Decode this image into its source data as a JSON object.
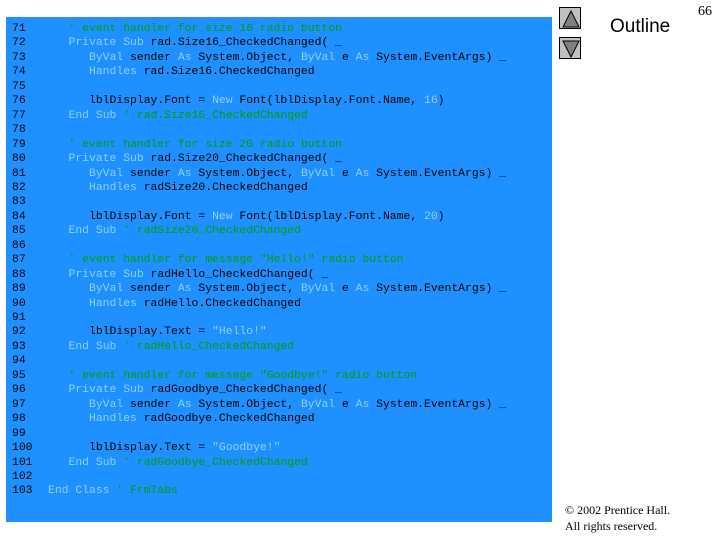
{
  "slide_number": "66",
  "outline_label": "Outline",
  "copyright_line1": "© 2002 Prentice Hall.",
  "copyright_line2": "All rights reserved.",
  "nav": {
    "up_icon": "triangle-up-icon",
    "down_icon": "triangle-down-icon"
  },
  "colors": {
    "panel": "#1e90ff",
    "comment": "#00a000",
    "keyword": "#8fd0ff",
    "text": "#000000"
  },
  "lines": [
    {
      "n": "71",
      "indent": "   ",
      "tokens": [
        {
          "t": "' event handler for size 16 radio button",
          "c": "cmt"
        }
      ]
    },
    {
      "n": "72",
      "indent": "   ",
      "tokens": [
        {
          "t": "Private Sub",
          "c": "kw"
        },
        {
          "t": " rad.Size16_CheckedChanged( _",
          "c": "plain"
        }
      ]
    },
    {
      "n": "73",
      "indent": "      ",
      "tokens": [
        {
          "t": "ByVal",
          "c": "kw"
        },
        {
          "t": " sender ",
          "c": "plain"
        },
        {
          "t": "As",
          "c": "kw"
        },
        {
          "t": " System.Object, ",
          "c": "plain"
        },
        {
          "t": "ByVal",
          "c": "kw"
        },
        {
          "t": " e ",
          "c": "plain"
        },
        {
          "t": "As",
          "c": "kw"
        },
        {
          "t": " System.EventArgs) _",
          "c": "plain"
        }
      ]
    },
    {
      "n": "74",
      "indent": "      ",
      "tokens": [
        {
          "t": "Handles",
          "c": "kw"
        },
        {
          "t": " rad.Size16.CheckedChanged",
          "c": "plain"
        }
      ]
    },
    {
      "n": "75",
      "indent": "",
      "tokens": []
    },
    {
      "n": "76",
      "indent": "      ",
      "tokens": [
        {
          "t": "lblDisplay.Font = ",
          "c": "plain"
        },
        {
          "t": "New",
          "c": "kw"
        },
        {
          "t": " Font(lblDisplay.Font.Name, ",
          "c": "plain"
        },
        {
          "t": "16",
          "c": "num"
        },
        {
          "t": ")",
          "c": "plain"
        }
      ]
    },
    {
      "n": "77",
      "indent": "   ",
      "tokens": [
        {
          "t": "End Sub",
          "c": "kw"
        },
        {
          "t": " ' rad.Size16_CheckedChanged",
          "c": "cmt"
        }
      ]
    },
    {
      "n": "78",
      "indent": "",
      "tokens": []
    },
    {
      "n": "79",
      "indent": "   ",
      "tokens": [
        {
          "t": "' event handler for size 20 radio button",
          "c": "cmt"
        }
      ]
    },
    {
      "n": "80",
      "indent": "   ",
      "tokens": [
        {
          "t": "Private Sub",
          "c": "kw"
        },
        {
          "t": " rad.Size20_CheckedChanged( _",
          "c": "plain"
        }
      ]
    },
    {
      "n": "81",
      "indent": "      ",
      "tokens": [
        {
          "t": "ByVal",
          "c": "kw"
        },
        {
          "t": " sender ",
          "c": "plain"
        },
        {
          "t": "As",
          "c": "kw"
        },
        {
          "t": " System.Object, ",
          "c": "plain"
        },
        {
          "t": "ByVal",
          "c": "kw"
        },
        {
          "t": " e ",
          "c": "plain"
        },
        {
          "t": "As",
          "c": "kw"
        },
        {
          "t": " System.EventArgs) _",
          "c": "plain"
        }
      ]
    },
    {
      "n": "82",
      "indent": "      ",
      "tokens": [
        {
          "t": "Handles",
          "c": "kw"
        },
        {
          "t": " radSize20.CheckedChanged",
          "c": "plain"
        }
      ]
    },
    {
      "n": "83",
      "indent": "",
      "tokens": []
    },
    {
      "n": "84",
      "indent": "      ",
      "tokens": [
        {
          "t": "lblDisplay.Font = ",
          "c": "plain"
        },
        {
          "t": "New",
          "c": "kw"
        },
        {
          "t": " Font(lblDisplay.Font.Name, ",
          "c": "plain"
        },
        {
          "t": "20",
          "c": "num"
        },
        {
          "t": ")",
          "c": "plain"
        }
      ]
    },
    {
      "n": "85",
      "indent": "   ",
      "tokens": [
        {
          "t": "End Sub",
          "c": "kw"
        },
        {
          "t": " ' radSize20_CheckedChanged",
          "c": "cmt"
        }
      ]
    },
    {
      "n": "86",
      "indent": "",
      "tokens": []
    },
    {
      "n": "87",
      "indent": "   ",
      "tokens": [
        {
          "t": "' event handler for message \"Hello!\" radio button",
          "c": "cmt"
        }
      ]
    },
    {
      "n": "88",
      "indent": "   ",
      "tokens": [
        {
          "t": "Private Sub",
          "c": "kw"
        },
        {
          "t": " radHello_CheckedChanged( _",
          "c": "plain"
        }
      ]
    },
    {
      "n": "89",
      "indent": "      ",
      "tokens": [
        {
          "t": "ByVal",
          "c": "kw"
        },
        {
          "t": " sender ",
          "c": "plain"
        },
        {
          "t": "As",
          "c": "kw"
        },
        {
          "t": " System.Object, ",
          "c": "plain"
        },
        {
          "t": "ByVal",
          "c": "kw"
        },
        {
          "t": " e ",
          "c": "plain"
        },
        {
          "t": "As",
          "c": "kw"
        },
        {
          "t": " System.EventArgs) _",
          "c": "plain"
        }
      ]
    },
    {
      "n": "90",
      "indent": "      ",
      "tokens": [
        {
          "t": "Handles",
          "c": "kw"
        },
        {
          "t": " radHello.CheckedChanged",
          "c": "plain"
        }
      ]
    },
    {
      "n": "91",
      "indent": "",
      "tokens": []
    },
    {
      "n": "92",
      "indent": "      ",
      "tokens": [
        {
          "t": "lblDisplay.Text = ",
          "c": "plain"
        },
        {
          "t": "\"Hello!\"",
          "c": "str"
        }
      ]
    },
    {
      "n": "93",
      "indent": "   ",
      "tokens": [
        {
          "t": "End Sub",
          "c": "kw"
        },
        {
          "t": " ' radHello_CheckedChanged",
          "c": "cmt"
        }
      ]
    },
    {
      "n": "94",
      "indent": "",
      "tokens": []
    },
    {
      "n": "95",
      "indent": "   ",
      "tokens": [
        {
          "t": "' event handler for message \"Goodbye!\" radio button",
          "c": "cmt"
        }
      ]
    },
    {
      "n": "96",
      "indent": "   ",
      "tokens": [
        {
          "t": "Private Sub",
          "c": "kw"
        },
        {
          "t": " radGoodbye_CheckedChanged( _",
          "c": "plain"
        }
      ]
    },
    {
      "n": "97",
      "indent": "      ",
      "tokens": [
        {
          "t": "ByVal",
          "c": "kw"
        },
        {
          "t": " sender ",
          "c": "plain"
        },
        {
          "t": "As",
          "c": "kw"
        },
        {
          "t": " System.Object, ",
          "c": "plain"
        },
        {
          "t": "ByVal",
          "c": "kw"
        },
        {
          "t": " e ",
          "c": "plain"
        },
        {
          "t": "As",
          "c": "kw"
        },
        {
          "t": " System.EventArgs) _",
          "c": "plain"
        }
      ]
    },
    {
      "n": "98",
      "indent": "      ",
      "tokens": [
        {
          "t": "Handles",
          "c": "kw"
        },
        {
          "t": " radGoodbye.CheckedChanged",
          "c": "plain"
        }
      ]
    },
    {
      "n": "99",
      "indent": "",
      "tokens": []
    },
    {
      "n": "100",
      "indent": "      ",
      "tokens": [
        {
          "t": "lblDisplay.Text = ",
          "c": "plain"
        },
        {
          "t": "\"Goodbye!\"",
          "c": "str"
        }
      ]
    },
    {
      "n": "101",
      "indent": "   ",
      "tokens": [
        {
          "t": "End Sub",
          "c": "kw"
        },
        {
          "t": " ' radGoodbye_CheckedChanged",
          "c": "cmt"
        }
      ]
    },
    {
      "n": "102",
      "indent": "",
      "tokens": []
    },
    {
      "n": "103",
      "indent": "",
      "tokens": [
        {
          "t": "End Class",
          "c": "kw"
        },
        {
          "t": " ' FrmTabs",
          "c": "cmt"
        }
      ]
    }
  ]
}
